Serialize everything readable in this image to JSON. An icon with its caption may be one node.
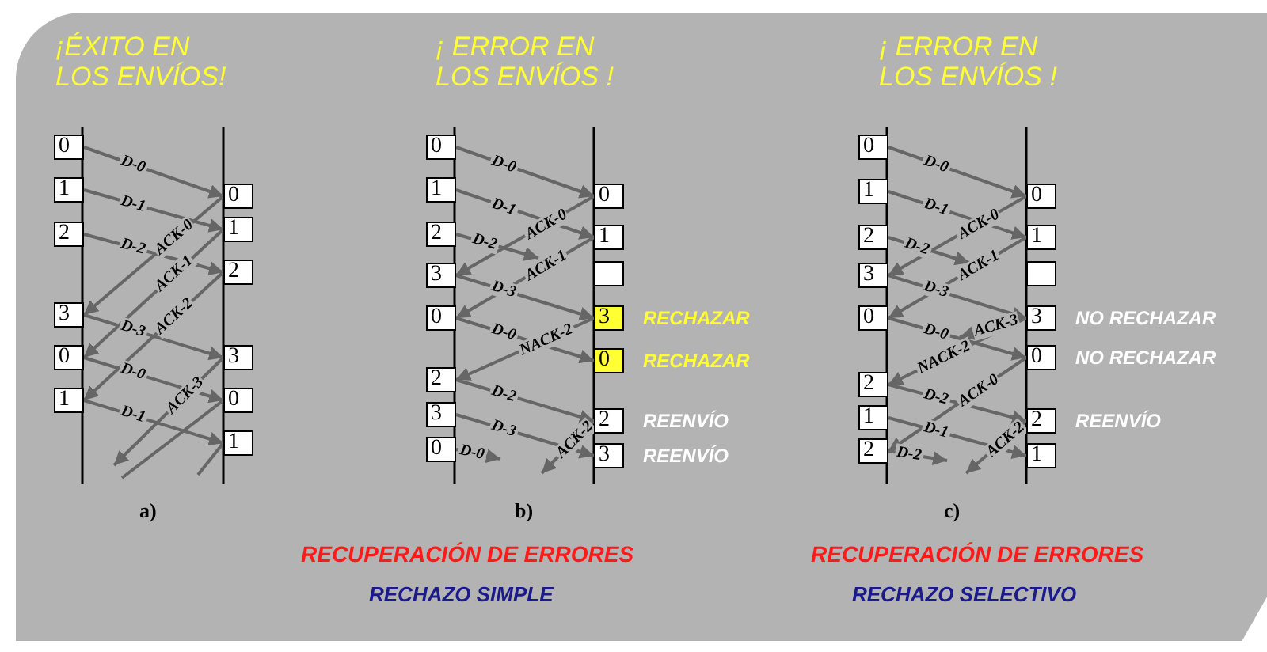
{
  "diagram": {
    "nodes": [
      {
        "text": [
          "0"
        ]
      },
      {
        "text": [
          "1"
        ]
      },
      {
        "text": [
          "2"
        ]
      },
      {
        "text": [
          "3"
        ]
      },
      {
        "text": [
          "0"
        ]
      },
      {
        "text": [
          "1"
        ]
      },
      {
        "text": [
          "0"
        ]
      },
      {
        "text": [
          "1"
        ]
      },
      {
        "text": [
          "2"
        ]
      },
      {
        "text": [
          "3"
        ]
      },
      {
        "text": [
          "0"
        ]
      },
      {
        "text": [
          "1"
        ]
      },
      {
        "text": [
          "0"
        ]
      },
      {
        "text": [
          "1"
        ]
      },
      {
        "text": [
          "2"
        ]
      },
      {
        "text": [
          "3"
        ]
      },
      {
        "text": [
          "0"
        ]
      },
      {
        "text": [
          "2"
        ]
      },
      {
        "text": [
          "3"
        ]
      },
      {
        "text": [
          "0"
        ]
      },
      {
        "text": [
          "0"
        ]
      },
      {
        "text": [
          "1"
        ]
      },
      {
        "text": [],
        "shape": "box"
      },
      {
        "text": [
          "3"
        ],
        "beside": [
          "RECHAZAR"
        ]
      },
      {
        "text": [
          "0"
        ],
        "beside": [
          "RECHAZAR"
        ]
      },
      {
        "text": [
          "2"
        ],
        "beside": [
          "REENVÍO"
        ]
      },
      {
        "text": [
          "3"
        ],
        "beside": [
          "REENVÍO"
        ]
      },
      {
        "text": [
          "0"
        ]
      },
      {
        "text": [
          "1"
        ]
      },
      {
        "text": [
          "2"
        ]
      },
      {
        "text": [
          "3"
        ]
      },
      {
        "text": [
          "0"
        ]
      },
      {
        "text": [
          "2"
        ]
      },
      {
        "text": [
          "1"
        ]
      },
      {
        "text": [
          "2"
        ]
      },
      {
        "text": [
          "0"
        ]
      },
      {
        "text": [
          "1"
        ]
      },
      {
        "text": [],
        "shape": "box"
      },
      {
        "text": [
          "3"
        ],
        "beside": [
          "NO RECHAZAR"
        ]
      },
      {
        "text": [
          "0"
        ],
        "beside": [
          "NO RECHAZAR"
        ]
      },
      {
        "text": [
          "2"
        ],
        "beside": [
          "REENVÍO"
        ]
      },
      {
        "text": [
          "1"
        ]
      }
    ],
    "edges": [
      {
        "from": 0,
        "to": 6,
        "arrow": "to",
        "label": "D-0"
      },
      {
        "from": 1,
        "to": 7,
        "arrow": "to",
        "label": "D-1"
      },
      {
        "from": 2,
        "to": 8,
        "arrow": "to",
        "label": "D-2"
      },
      {
        "from": 6,
        "to": 3,
        "arrow": "to",
        "label": "ACK-0"
      },
      {
        "from": 7,
        "to": 4,
        "arrow": "to",
        "label": "ACK-1"
      },
      {
        "from": 8,
        "to": 5,
        "arrow": "to",
        "label": "ACK-2"
      },
      {
        "from": 3,
        "to": 9,
        "arrow": "to",
        "label": "D-3"
      },
      {
        "from": 4,
        "to": 10,
        "arrow": "to",
        "label": "D-0"
      },
      {
        "from": 5,
        "to": 11,
        "arrow": "to",
        "label": "D-1"
      },
      {
        "from": 9,
        "to": null,
        "arrow": "to",
        "label": "ACK-3"
      },
      {
        "from": null,
        "to": 10,
        "arrow": "none"
      },
      {
        "from": null,
        "to": 11,
        "arrow": "none"
      },
      {
        "from": 12,
        "to": 20,
        "arrow": "to",
        "label": "D-0"
      },
      {
        "from": 13,
        "to": 21,
        "arrow": "to",
        "label": "D-1"
      },
      {
        "from": 14,
        "to": null,
        "arrow": "to",
        "label": "D-2"
      },
      {
        "from": 20,
        "to": 15,
        "arrow": "to",
        "label": "ACK-0"
      },
      {
        "from": 21,
        "to": 16,
        "arrow": "to",
        "label": "ACK-1"
      },
      {
        "from": 15,
        "to": 23,
        "arrow": "to",
        "label": "D-3"
      },
      {
        "from": 16,
        "to": 24,
        "arrow": "to",
        "label": "D-0"
      },
      {
        "from": 23,
        "to": 17,
        "arrow": "to",
        "label": "NACK-2"
      },
      {
        "from": 17,
        "to": 25,
        "arrow": "to",
        "label": "D-2"
      },
      {
        "from": 18,
        "to": 26,
        "arrow": "to",
        "label": "D-3"
      },
      {
        "from": 19,
        "to": null,
        "arrow": "to",
        "label": "D-0"
      },
      {
        "from": 25,
        "to": null,
        "arrow": "to",
        "label": "ACK-2"
      },
      {
        "from": 27,
        "to": 35,
        "arrow": "to",
        "label": "D-0"
      },
      {
        "from": 28,
        "to": 36,
        "arrow": "to",
        "label": "D-1"
      },
      {
        "from": 29,
        "to": null,
        "arrow": "to",
        "label": "D-2"
      },
      {
        "from": 35,
        "to": 30,
        "arrow": "to",
        "label": "ACK-0"
      },
      {
        "from": 36,
        "to": 31,
        "arrow": "to",
        "label": "ACK-1"
      },
      {
        "from": 30,
        "to": 38,
        "arrow": "to",
        "label": "D-3"
      },
      {
        "from": 31,
        "to": 39,
        "arrow": "to",
        "label": "D-0"
      },
      {
        "from": 38,
        "to": null,
        "arrow": "to",
        "label": "ACK-3"
      },
      {
        "from": 38,
        "to": 32,
        "arrow": "to",
        "label": "NACK-2"
      },
      {
        "from": 32,
        "to": 40,
        "arrow": "to",
        "label": "D-2"
      },
      {
        "from": 33,
        "to": 41,
        "arrow": "to",
        "label": "D-1"
      },
      {
        "from": 39,
        "to": 34,
        "arrow": "to",
        "label": "ACK-0"
      },
      {
        "from": 34,
        "to": null,
        "arrow": "to",
        "label": "D-2"
      },
      {
        "from": 40,
        "to": null,
        "arrow": "to",
        "label": "ACK-2"
      }
    ],
    "labels": [
      "¡ÉXITO EN LOS ENVÍOS!",
      "¡ ERROR EN LOS ENVÍOS !",
      "¡ ERROR EN LOS ENVÍOS !",
      "a)",
      "b)",
      "c)",
      "RECUPERACIÓN DE ERRORES",
      "RECUPERACIÓN DE ERRORES",
      "RECHAZO SIMPLE",
      "RECHAZO SELECTIVO"
    ]
  }
}
